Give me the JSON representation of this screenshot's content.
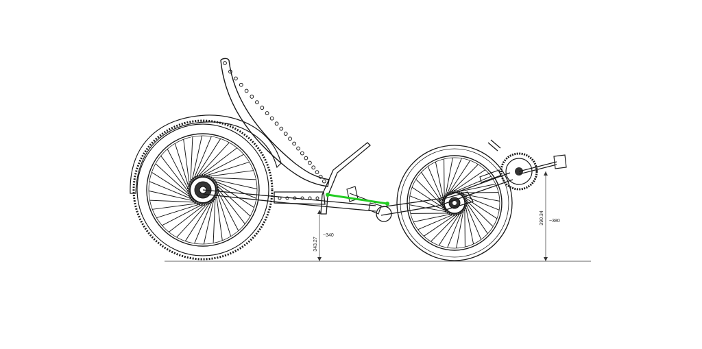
{
  "drawing": {
    "dimensions": [
      {
        "value": "343.27",
        "approx": "~340"
      },
      {
        "value": "390.34",
        "approx": "~380"
      }
    ],
    "highlight_color": "#22cc22",
    "line_color": "#1a1a1a"
  }
}
